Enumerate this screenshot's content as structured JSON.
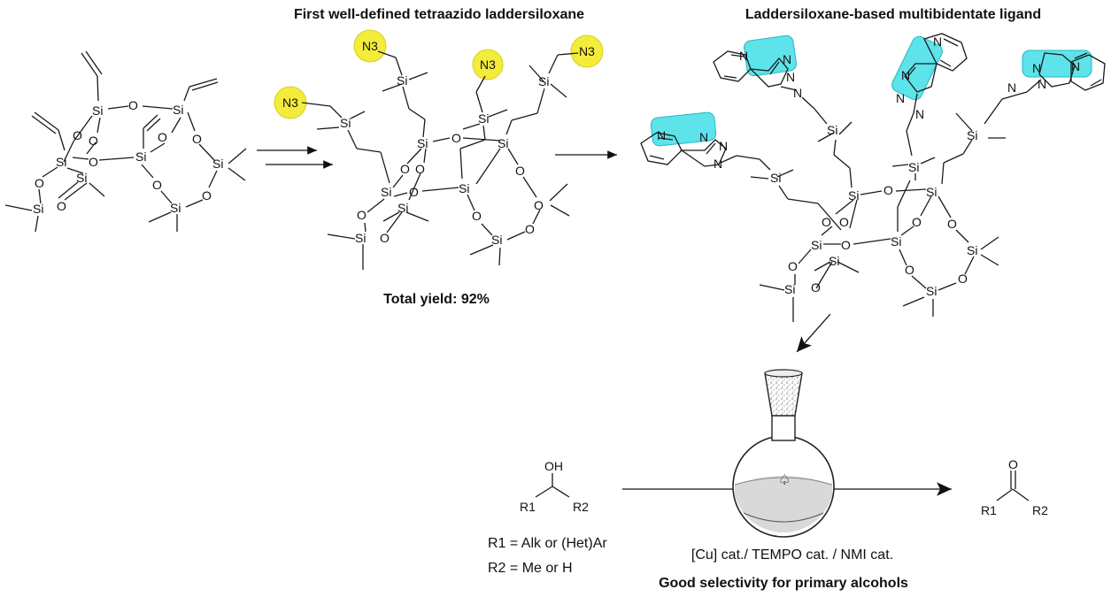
{
  "headers": {
    "middle": "First well-defined tetraazido laddersiloxane",
    "right": "Laddersiloxane-based multibidentate ligand"
  },
  "middle_caption": "Total yield: 92%",
  "atoms": {
    "si": "Si",
    "o": "O",
    "n": "N",
    "azide": "N3",
    "oh": "OH",
    "carbonyl_o": "O",
    "r1": "R1",
    "r2": "R2"
  },
  "reaction": {
    "conditions": "[Cu] cat./ TEMPO cat. / NMI cat.",
    "selectivity": "Good selectivity for primary alcohols",
    "r1_def": "R1 = Alk or (Het)Ar",
    "r2_def": "R2 = Me or H"
  },
  "colors": {
    "azide_highlight": "#f3ec3a",
    "pyridyl_triazole_highlight": "#5fe3ea"
  }
}
